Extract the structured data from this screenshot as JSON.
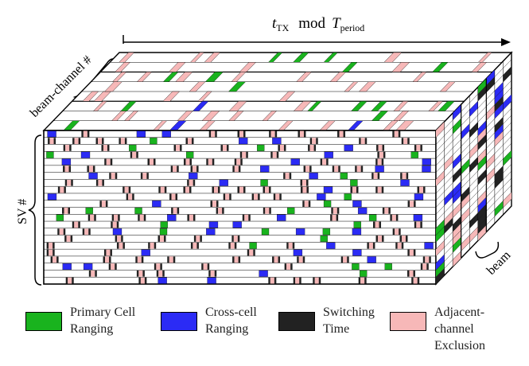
{
  "labels": {
    "axis_time_var": "t",
    "axis_time_sub": "TX",
    "axis_mod": "mod",
    "axis_period_var": "T",
    "axis_period_sub": "period",
    "axis_beam_channel": "beam-channel #",
    "axis_sv": "SV #",
    "axis_beam": "beam"
  },
  "colors": {
    "primary": "#19b31e",
    "cross": "#2b2bf5",
    "switching": "#222222",
    "adjacent": "#f7b8b8"
  },
  "legend": [
    {
      "key": "primary",
      "line1": "Primary Cell",
      "line2": "Ranging"
    },
    {
      "key": "cross",
      "line1": "Cross-cell",
      "line2": "Ranging"
    },
    {
      "key": "switching",
      "line1": "Switching",
      "line2": "Time"
    },
    {
      "key": "adjacent",
      "line1": "Adjacent-",
      "line2": "channel",
      "line3": "Exclusion"
    }
  ]
}
